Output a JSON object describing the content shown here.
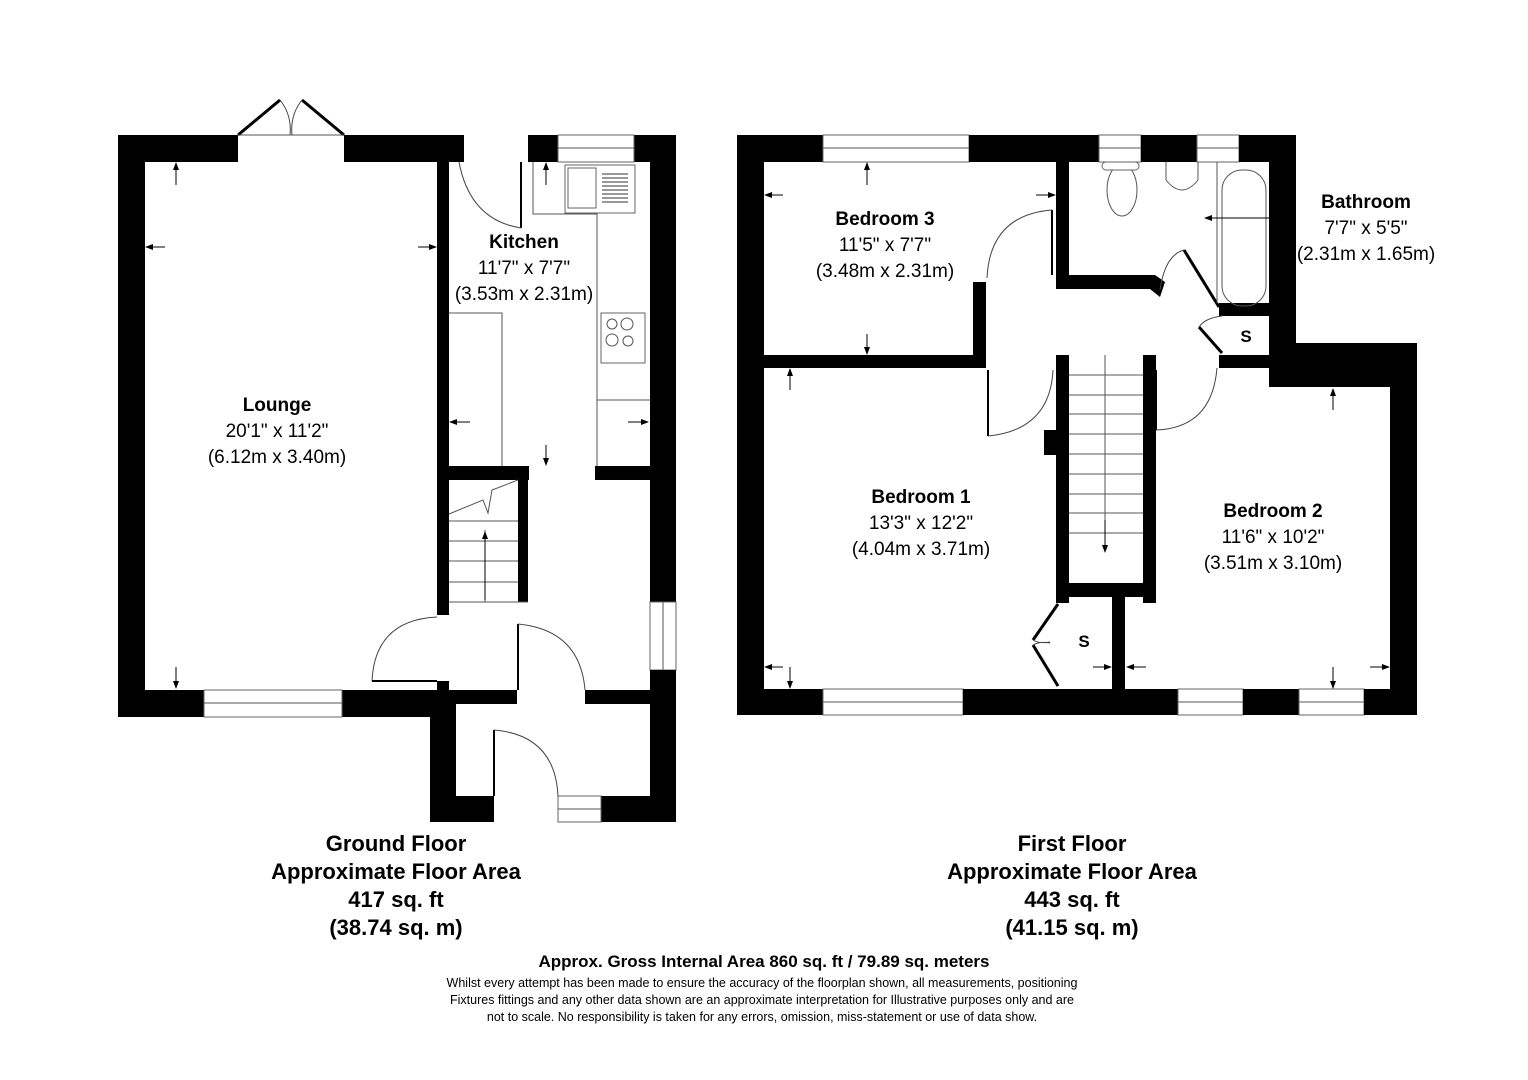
{
  "ground_floor": {
    "title": "Ground Floor",
    "area_label": "Approximate Floor Area",
    "area_sqft": "417 sq. ft",
    "area_sqm": "(38.74 sq. m)",
    "rooms": [
      {
        "name": "Lounge",
        "imperial": "20'1\" x 11'2\"",
        "metric": "(6.12m x 3.40m)"
      },
      {
        "name": "Kitchen",
        "imperial": "11'7\" x 7'7\"",
        "metric": "(3.53m x 2.31m)"
      }
    ]
  },
  "first_floor": {
    "title": "First Floor",
    "area_label": "Approximate Floor Area",
    "area_sqft": "443 sq. ft",
    "area_sqm": "(41.15 sq. m)",
    "rooms": [
      {
        "name": "Bedroom 3",
        "imperial": "11'5\" x 7'7\"",
        "metric": "(3.48m x 2.31m)"
      },
      {
        "name": "Bathroom",
        "imperial": "7'7\" x 5'5\"",
        "metric": "(2.31m x 1.65m)"
      },
      {
        "name": "Bedroom 1",
        "imperial": "13'3\" x 12'2\"",
        "metric": "(4.04m x 3.71m)"
      },
      {
        "name": "Bedroom 2",
        "imperial": "11'6\" x 10'2\"",
        "metric": "(3.51m x 3.10m)"
      }
    ],
    "storage_labels": [
      "S",
      "S"
    ]
  },
  "gross_area": "Approx. Gross Internal Area 860 sq. ft / 79.89 sq. meters",
  "disclaimer": [
    "Whilst every attempt has been made to ensure the accuracy of the floorplan shown, all measurements, positioning",
    "Fixtures fittings and any other data shown are an approximate interpretation for Illustrative purposes only  and are",
    "not to scale. No responsibility is taken for any errors, omission, miss-statement or use of data show."
  ]
}
